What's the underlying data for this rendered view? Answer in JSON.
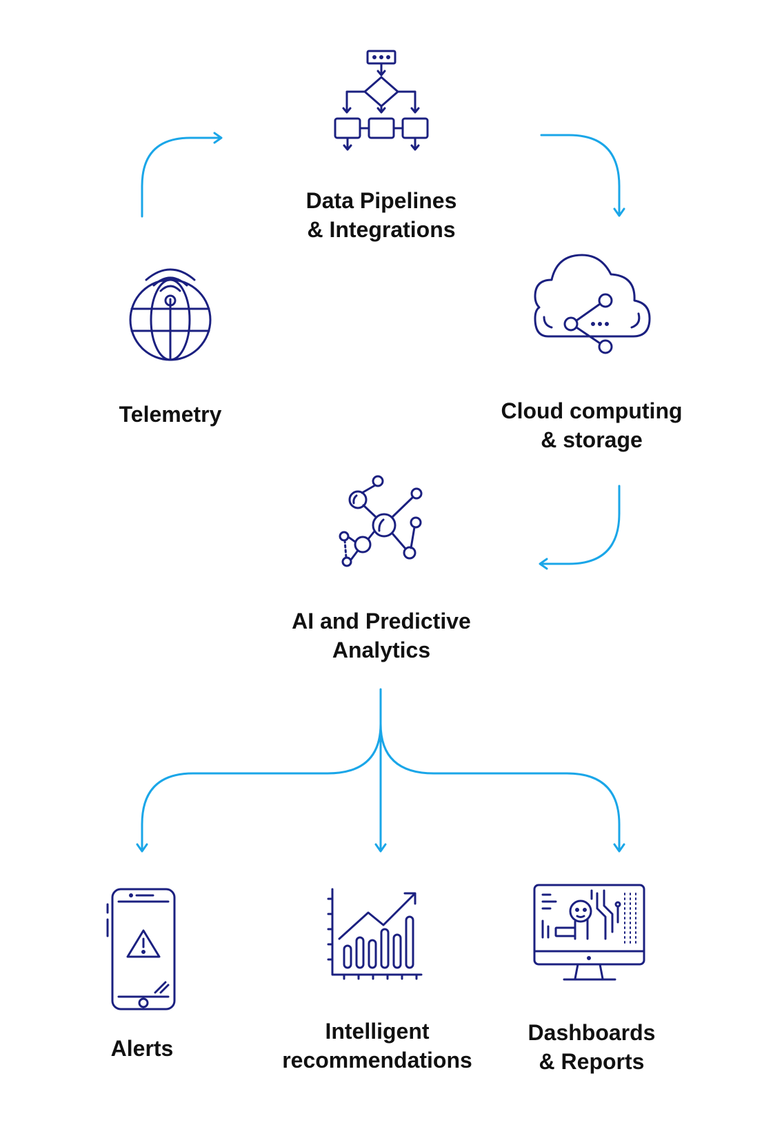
{
  "colors": {
    "icon_navy": "#1b2080",
    "arrow_blue": "#1aa6e8",
    "text": "#111111"
  },
  "nodes": {
    "pipelines": {
      "line1": "Data Pipelines",
      "line2": "& Integrations",
      "icon": "flowchart-icon"
    },
    "telemetry": {
      "line1": "Telemetry",
      "icon": "globe-signal-icon"
    },
    "cloud": {
      "line1": "Cloud computing",
      "line2": "& storage",
      "icon": "cloud-network-icon"
    },
    "ai": {
      "line1": "AI and Predictive",
      "line2": "Analytics",
      "icon": "molecule-network-icon"
    },
    "alerts": {
      "line1": "Alerts",
      "icon": "phone-alert-icon"
    },
    "recommendations": {
      "line1": "Intelligent",
      "line2": "recommendations",
      "icon": "growth-chart-icon"
    },
    "dashboards": {
      "line1": "Dashboards",
      "line2": "& Reports",
      "icon": "monitor-dashboard-icon"
    }
  }
}
